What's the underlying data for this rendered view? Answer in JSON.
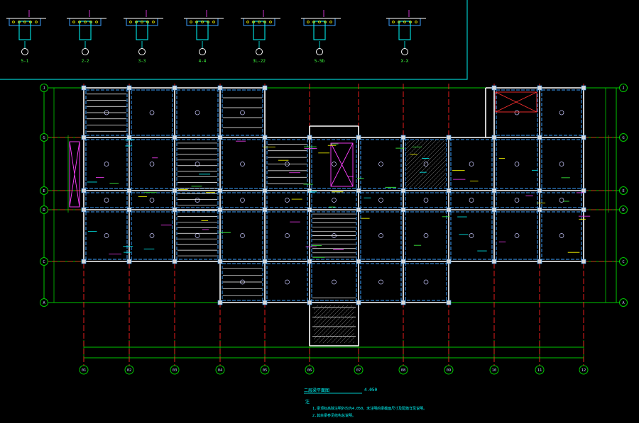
{
  "colors": {
    "background": "#000000",
    "grid": "#00c800",
    "axis_dash": "#ff2020",
    "beam": "#ffffff",
    "slab_edge": "#3aa0ff",
    "column": "#d8d8d8",
    "text_main": "#c8c8ff",
    "text_cyan": "#00ffff",
    "text_magenta": "#ff40ff",
    "text_yellow": "#ffff00",
    "text_red": "#ff3030",
    "text_green": "#40ff40"
  },
  "detail_sections": [
    {
      "label": "5-1"
    },
    {
      "label": "2-2"
    },
    {
      "label": "3-3"
    },
    {
      "label": "4-4"
    },
    {
      "label": "3L-22"
    },
    {
      "label": "5-5b"
    },
    {
      "label": "X-X"
    }
  ],
  "grid_x_labels": [
    "01",
    "02",
    "03",
    "04",
    "05",
    "06",
    "07",
    "08",
    "09",
    "10",
    "11",
    "12"
  ],
  "grid_y_labels": [
    "J",
    "G",
    "E",
    "D",
    "C",
    "A"
  ],
  "elevation_tag": "4.050",
  "plan_title": "二层梁平面图",
  "notes": {
    "heading": "注",
    "lines": [
      "1.梁顶标高除注明外均为4.050，未注明的梁截面尺寸及配筋详见说明。",
      "2.其余梁参见结构总说明。"
    ]
  },
  "icons": [
    "section-marker-icon",
    "axis-bubble-icon",
    "opening-cross-icon"
  ]
}
